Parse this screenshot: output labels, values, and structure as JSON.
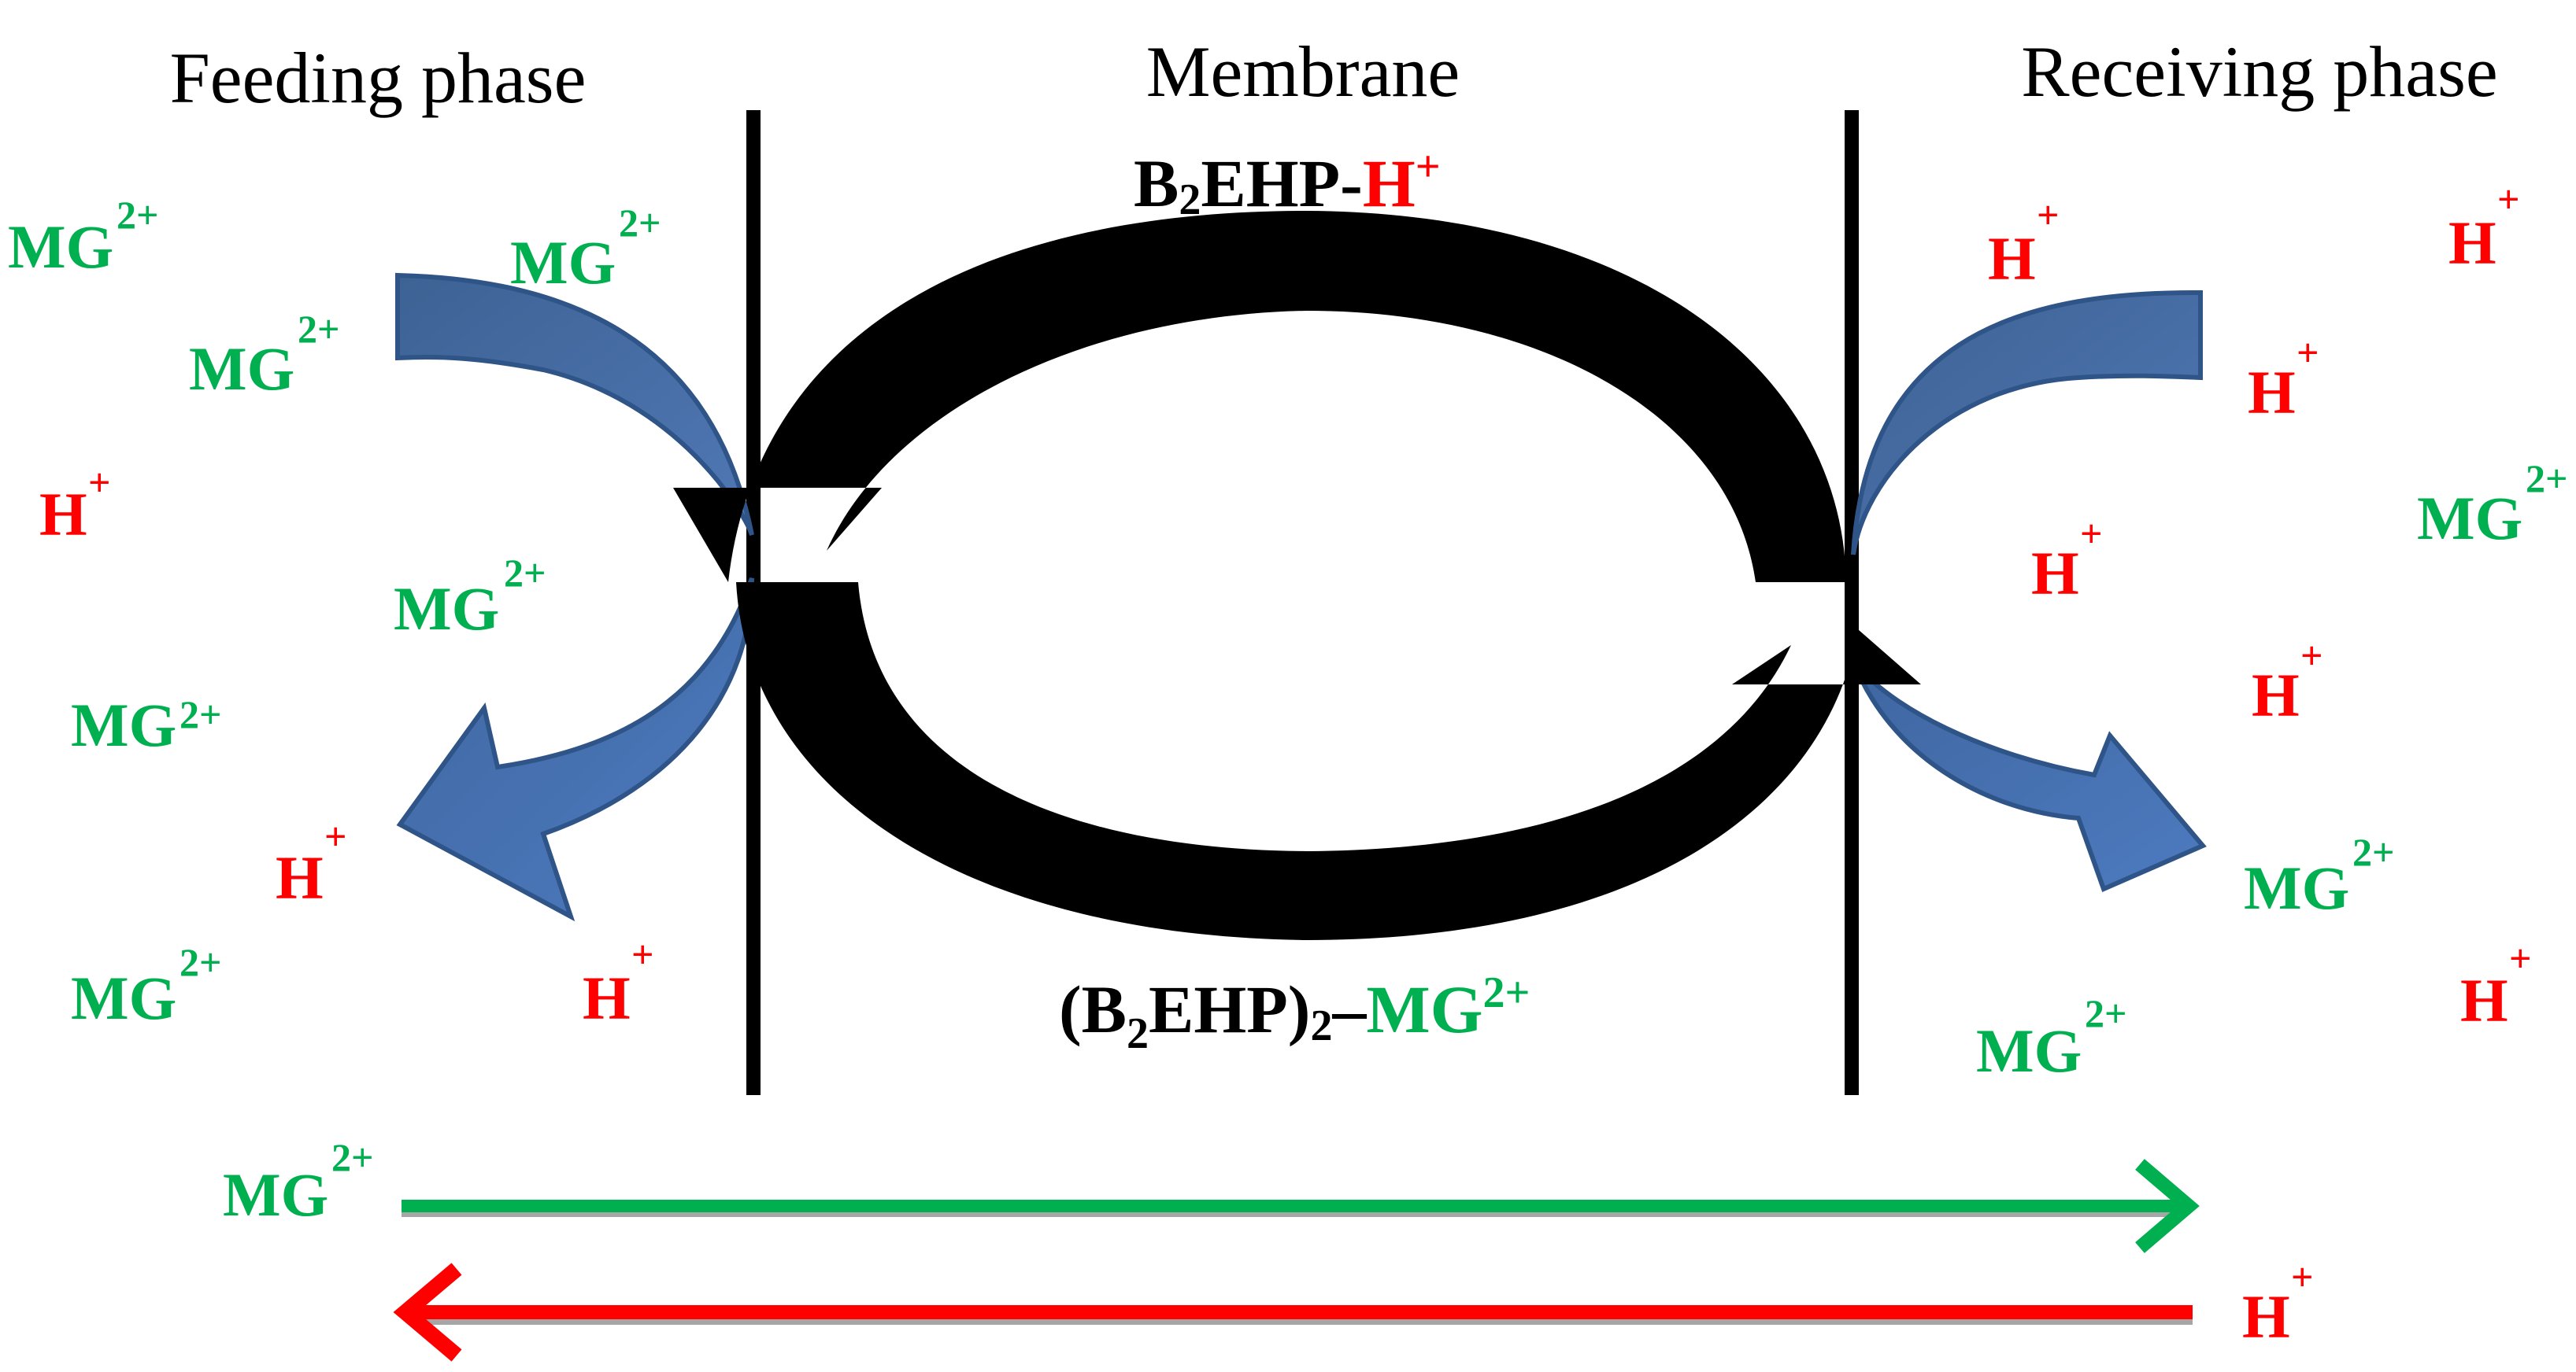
{
  "titles": {
    "feeding": "Feeding phase",
    "membrane": "Membrane",
    "receiving": "Receiving phase"
  },
  "complex_top": {
    "main": "B",
    "sub": "2",
    "middle": "EHP-",
    "ion": "H",
    "charge": "+"
  },
  "complex_bottom": {
    "open": "(B",
    "sub": "2",
    "middle": "EHP)",
    "sub2": "2",
    "dash": "–",
    "ion": "MG",
    "charge": "2+"
  },
  "ions": {
    "mg": "MG",
    "mg_charge": "2+",
    "h": "H",
    "h_charge": "+"
  },
  "legend": {
    "mg_label": "MG",
    "mg_charge": "2+",
    "h_label": "H",
    "h_charge": "+"
  },
  "colors": {
    "green": "#00b050",
    "red": "#ff0000",
    "black": "#000000",
    "blue_arrow_fill": "#4a74b0",
    "blue_arrow_stroke": "#2f5487"
  }
}
